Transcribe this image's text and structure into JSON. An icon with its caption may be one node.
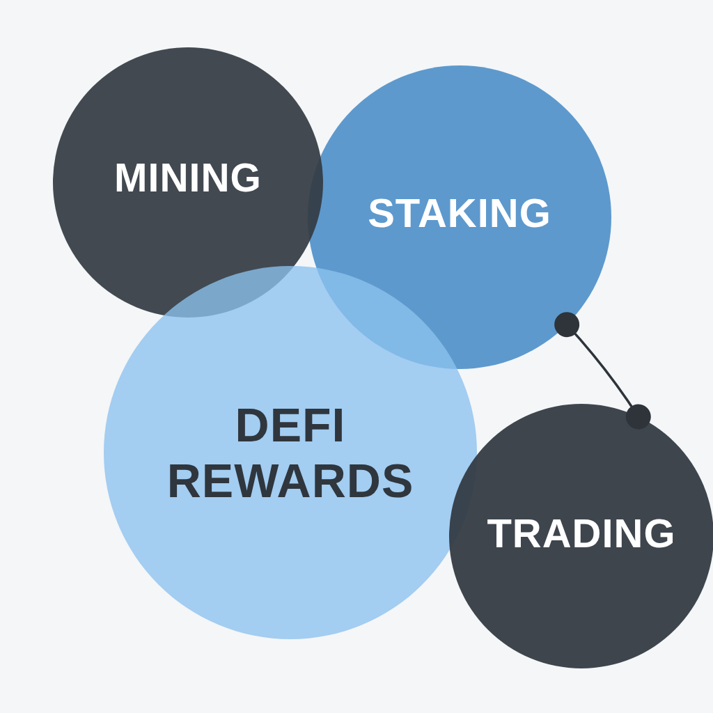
{
  "diagram": {
    "nodes": [
      {
        "text": [
          "MINING"
        ]
      },
      {
        "text": [
          "STAKING"
        ]
      },
      {
        "text": [
          "DEFI REWARDS"
        ]
      },
      {
        "text": [
          "TRADING"
        ]
      }
    ],
    "edges": [
      {
        "from": 1,
        "to": 3,
        "arrow": "other"
      }
    ]
  }
}
